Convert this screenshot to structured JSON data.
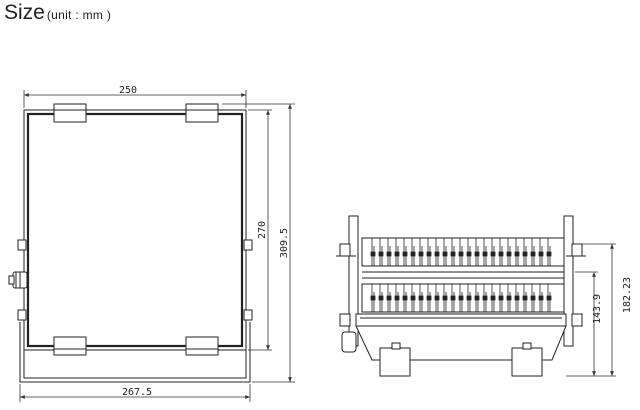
{
  "heading": {
    "title": "Size",
    "unit_note": "(unit : mm )"
  },
  "front_view": {
    "width_top": "250",
    "height_body": "270",
    "height_total": "309.5",
    "width_bottom": "267.5"
  },
  "side_view": {
    "height_lower": "143.9",
    "height_total": "182.23"
  }
}
